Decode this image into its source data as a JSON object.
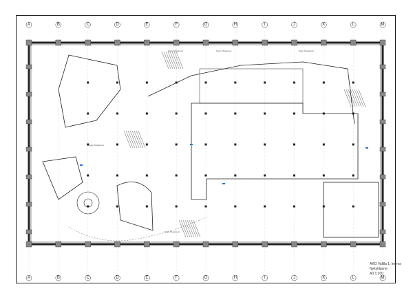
{
  "grid_columns": [
    "A",
    "B",
    "C",
    "D",
    "E",
    "F",
    "G",
    "H",
    "I",
    "J",
    "K",
    "L",
    "M"
  ],
  "room_labels": [
    "Open Showroom",
    "Open Showroom",
    "Open Showroom",
    "Open Showroom",
    "Open Showroom"
  ],
  "title_block": {
    "project": "AKO Vallila 1. kerros",
    "status": "Nykytilanne",
    "scale": "A3 1:200"
  },
  "colors": {
    "lines": "#222222",
    "columns": "#888888",
    "accent": "#2a6fd6"
  }
}
